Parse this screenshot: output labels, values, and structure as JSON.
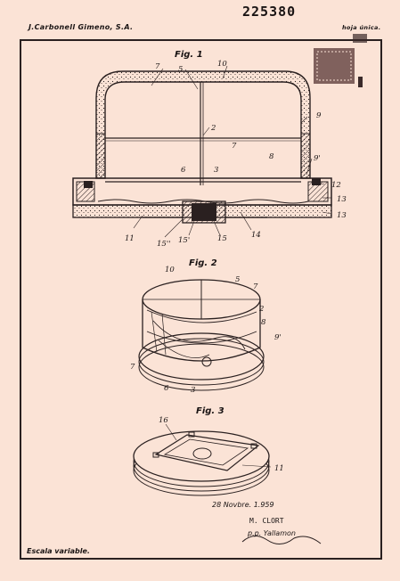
{
  "header": {
    "applicant": "J.Carbonell Gimeno, S.A.",
    "patent_number": "225380",
    "sheet": "hoja única."
  },
  "figures": [
    {
      "label": "Fig. 1"
    },
    {
      "label": "Fig. 2"
    },
    {
      "label": "Fig. 3"
    }
  ],
  "fig1_numbers": [
    "7",
    "5",
    "10",
    "2",
    "9",
    "7",
    "8",
    "9'",
    "6",
    "3",
    "12",
    "13",
    "13",
    "11",
    "15''",
    "15'",
    "15",
    "14"
  ],
  "fig2_numbers": [
    "10",
    "5",
    "7",
    "2",
    "8",
    "9'",
    "7",
    "6",
    "3"
  ],
  "fig3_numbers": [
    "16",
    "11"
  ],
  "footer": {
    "date_stamp": "28 Novbre. 1.959",
    "signature_name": "M. CLORT",
    "signature_scrawl": "p.p. Yallamon",
    "scale_note": "Escala variable."
  },
  "stamp": {
    "color": "#6a4a48"
  }
}
